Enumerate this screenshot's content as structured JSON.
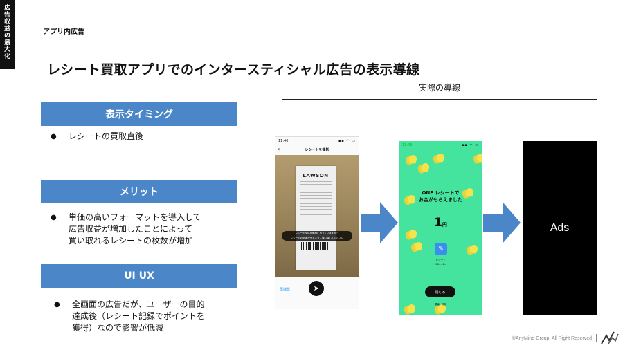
{
  "side_tab": {
    "text": "広告収益の最大化"
  },
  "section": {
    "label": "アプリ内広告"
  },
  "title": "レシート買取アプリでのインタースティシャル広告の表示導線",
  "flow": {
    "label": "実際の導線"
  },
  "categories": [
    {
      "heading": "表示タイミング",
      "bullet": "レシートの買取直後"
    },
    {
      "heading": "メリット",
      "bullet": "単価の高いフォーマットを導入して\n広告収益が増加したことによって\n買い取れるレシートの枚数が増加"
    },
    {
      "heading": "UI UX",
      "bullet": "全画面の広告だが、ユーザーの目的\n達成後（レシート記録でポイントを\n獲得）なので影響が低減"
    }
  ],
  "bullet_symbol": "●",
  "screen1": {
    "time": "11:40",
    "signal": "▪▪ ◠ ▭",
    "back": "‹",
    "title": "レシートを撮影",
    "store_logo": "LAWSON",
    "toast": "レシート全体が鮮明に写っていますか？\nレシートの全体が写るように撮り直してください",
    "retake": "再撮影",
    "send_icon": "➤"
  },
  "screen2": {
    "time": "11:43",
    "signal": "▪▪ ◠ ▭",
    "message": "ONE レシートで\nお金がもらえました",
    "amount": "1",
    "unit": "円",
    "app_icon": "✎",
    "app_name": "レシート",
    "date": "2024.12.4",
    "close_label": "閉じる",
    "footer": "閉鎖・詳細"
  },
  "ad_screen": {
    "text": "Ads"
  },
  "footer": {
    "copyright": "©AnyMind Group. All Right Reserved"
  },
  "colors": {
    "accent": "#4a86c8",
    "app_green": "#44e39e"
  }
}
